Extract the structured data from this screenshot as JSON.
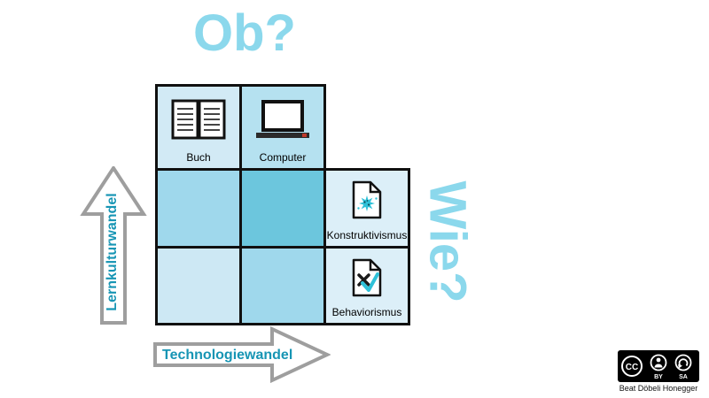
{
  "titles": {
    "ob": "Ob?",
    "wie": "Wie?"
  },
  "axes": {
    "vertical": "Lernkulturwandel",
    "horizontal": "Technologiewandel"
  },
  "cells": {
    "buch": {
      "label": "Buch",
      "icon": "book-icon"
    },
    "computer": {
      "label": "Computer",
      "icon": "laptop-icon"
    },
    "konstruktivismus": {
      "label": "Konstruktivismus",
      "icon": "paint-splat-document-icon"
    },
    "behaviorismus": {
      "label": "Behaviorismus",
      "icon": "check-cross-document-icon"
    }
  },
  "footer": {
    "license_cc": "CC",
    "license_by": "BY",
    "license_sa": "SA",
    "attribution": "Beat Döbeli Honegger"
  },
  "colors": {
    "accent_text": "#1795b4",
    "big_title": "#8bd8ec",
    "cell_buch": "#d2eaf5",
    "cell_computer": "#b5e1f0",
    "cell_mid_left": "#9fd8ec",
    "cell_mid_center": "#6cc6dd",
    "cell_bottom_left": "#cde8f4",
    "cell_bottom_center": "#9fd8ec",
    "cell_document": "#dceff8",
    "grid_border": "#101010",
    "arrow_outline": "#9e9e9e",
    "splash_teal": "#2fc1d8"
  }
}
